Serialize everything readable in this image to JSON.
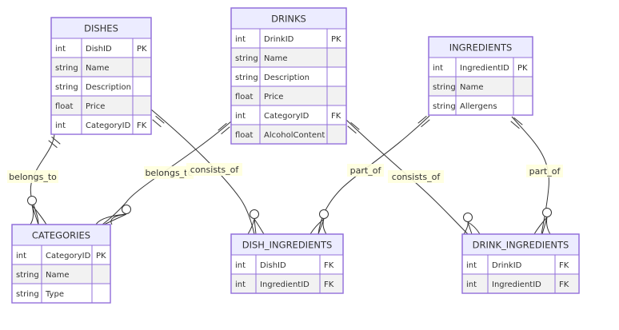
{
  "entities": {
    "dishes": {
      "title": "DISHES",
      "rows": [
        [
          "int",
          "DishID",
          "PK"
        ],
        [
          "string",
          "Name",
          ""
        ],
        [
          "string",
          "Description",
          ""
        ],
        [
          "float",
          "Price",
          ""
        ],
        [
          "int",
          "CategoryID",
          "FK"
        ]
      ]
    },
    "drinks": {
      "title": "DRINKS",
      "rows": [
        [
          "int",
          "DrinkID",
          "PK"
        ],
        [
          "string",
          "Name",
          ""
        ],
        [
          "string",
          "Description",
          ""
        ],
        [
          "float",
          "Price",
          ""
        ],
        [
          "int",
          "CategoryID",
          "FK"
        ],
        [
          "float",
          "AlcoholContent",
          ""
        ]
      ]
    },
    "ingredients": {
      "title": "INGREDIENTS",
      "rows": [
        [
          "int",
          "IngredientID",
          "PK"
        ],
        [
          "string",
          "Name",
          ""
        ],
        [
          "string",
          "Allergens",
          ""
        ]
      ]
    },
    "categories": {
      "title": "CATEGORIES",
      "rows": [
        [
          "int",
          "CategoryID",
          "PK"
        ],
        [
          "string",
          "Name",
          ""
        ],
        [
          "string",
          "Type",
          ""
        ]
      ]
    },
    "dish_ingredients": {
      "title": "DISH_INGREDIENTS",
      "rows": [
        [
          "int",
          "DishID",
          "FK"
        ],
        [
          "int",
          "IngredientID",
          "FK"
        ]
      ]
    },
    "drink_ingredients": {
      "title": "DRINK_INGREDIENTS",
      "rows": [
        [
          "int",
          "DrinkID",
          "FK"
        ],
        [
          "int",
          "IngredientID",
          "FK"
        ]
      ]
    }
  },
  "relationships": [
    {
      "label": "belongs_to"
    },
    {
      "label": "belongs_tc"
    },
    {
      "label": "consists_of"
    },
    {
      "label": "part_of"
    },
    {
      "label": "consists_of"
    },
    {
      "label": "part_of"
    }
  ]
}
